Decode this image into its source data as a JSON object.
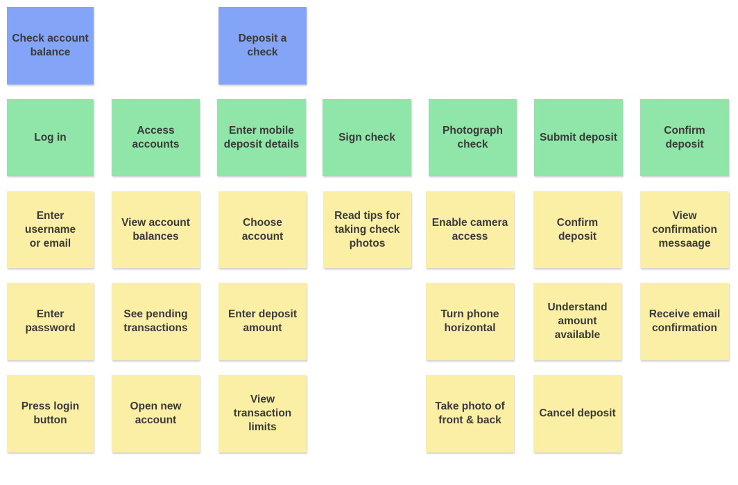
{
  "colors": {
    "activity": "#84a4f8",
    "step": "#8fe6a8",
    "task": "#fbefa5",
    "text": "#3a3a3a"
  },
  "activities": [
    "Check account\nbalance",
    "Deposit a\ncheck"
  ],
  "steps": [
    "Log in",
    "Access\naccounts",
    "Enter mobile\ndeposit details",
    "Sign check",
    "Photograph\ncheck",
    "Submit deposit",
    "Confirm deposit"
  ],
  "tasks": {
    "log_in": [
      "Enter username\nor email",
      "Enter password",
      "Press login\nbutton"
    ],
    "access_accounts": [
      "View account\nbalances",
      "See pending\ntransactions",
      "Open new\naccount"
    ],
    "enter_details": [
      "Choose account",
      "Enter deposit\namount",
      "View transaction\nlimits"
    ],
    "sign_check": [
      "Read tips for\ntaking check\nphotos"
    ],
    "photograph_check": [
      "Enable camera\naccess",
      "Turn phone\nhorizontal",
      "Take photo of\nfront & back"
    ],
    "submit_deposit": [
      "Confirm deposit",
      "Understand\namount\navailable",
      "Cancel deposit"
    ],
    "confirm_deposit": [
      "View confirmation\nmessaage",
      "Receive email\nconfirmation"
    ]
  }
}
